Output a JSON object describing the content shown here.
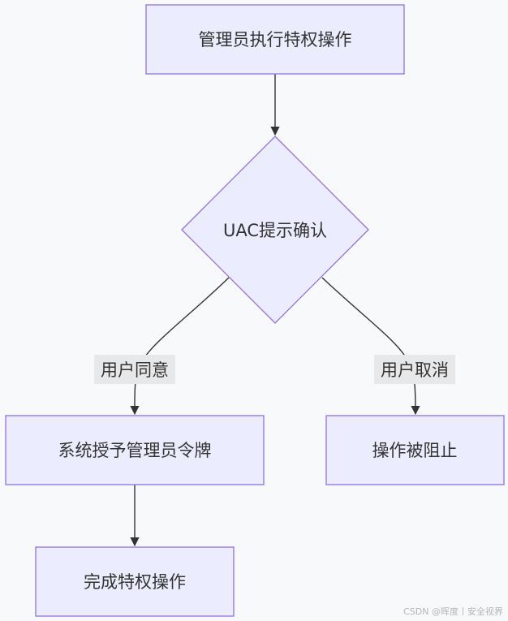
{
  "diagram": {
    "nodes": {
      "start": "管理员执行特权操作",
      "uac": "UAC提示确认",
      "grant": "系统授予管理员令牌",
      "complete": "完成特权操作",
      "blocked": "操作被阻止"
    },
    "edges": {
      "agree_label": "用户同意",
      "cancel_label": "用户取消"
    },
    "colors": {
      "node_fill": "#ECECFF",
      "node_stroke": "#9370DB",
      "edge": "#333333",
      "edge_label_bg": "#e8e8e8",
      "background": "#f8f9fb"
    }
  },
  "watermark": "CSDN @晖度丨安全视界"
}
